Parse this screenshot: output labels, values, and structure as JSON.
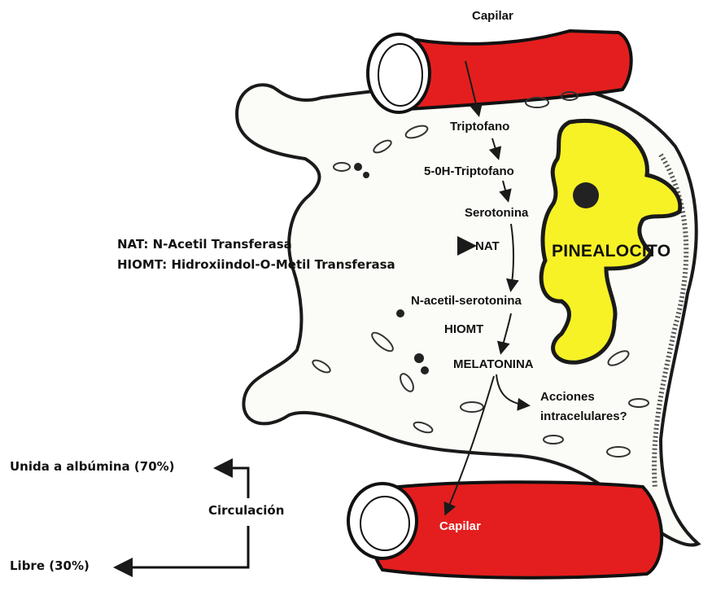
{
  "labels": {
    "capilar_top": "Capilar",
    "capilar_bottom": "Capilar",
    "triptofano": "Triptofano",
    "oh_triptofano": "5-0H-Triptofano",
    "serotonina": "Serotonina",
    "nat": "NAT",
    "n_acetil": "N-acetil-serotonina",
    "hiomt": "HIOMT",
    "melatonina": "MELATONINA",
    "acciones_1": "Acciones",
    "acciones_2": "intracelulares?",
    "pinealocito": "PINEALOCITO"
  },
  "legend": {
    "nat_line": "NAT: N-Acetil Transferasa",
    "hiomt_line": "HIOMT: Hidroxiindol-O-Metil Transferasa"
  },
  "circulation": {
    "title": "Circulación",
    "bound": "Unida a albúmina (70%)",
    "free": "Libre (30%)"
  },
  "colors": {
    "capillary": "#e41e1e",
    "nucleus": "#f7f226",
    "cell_fill": "#fbfbf7",
    "outline": "#1a1a1a"
  }
}
